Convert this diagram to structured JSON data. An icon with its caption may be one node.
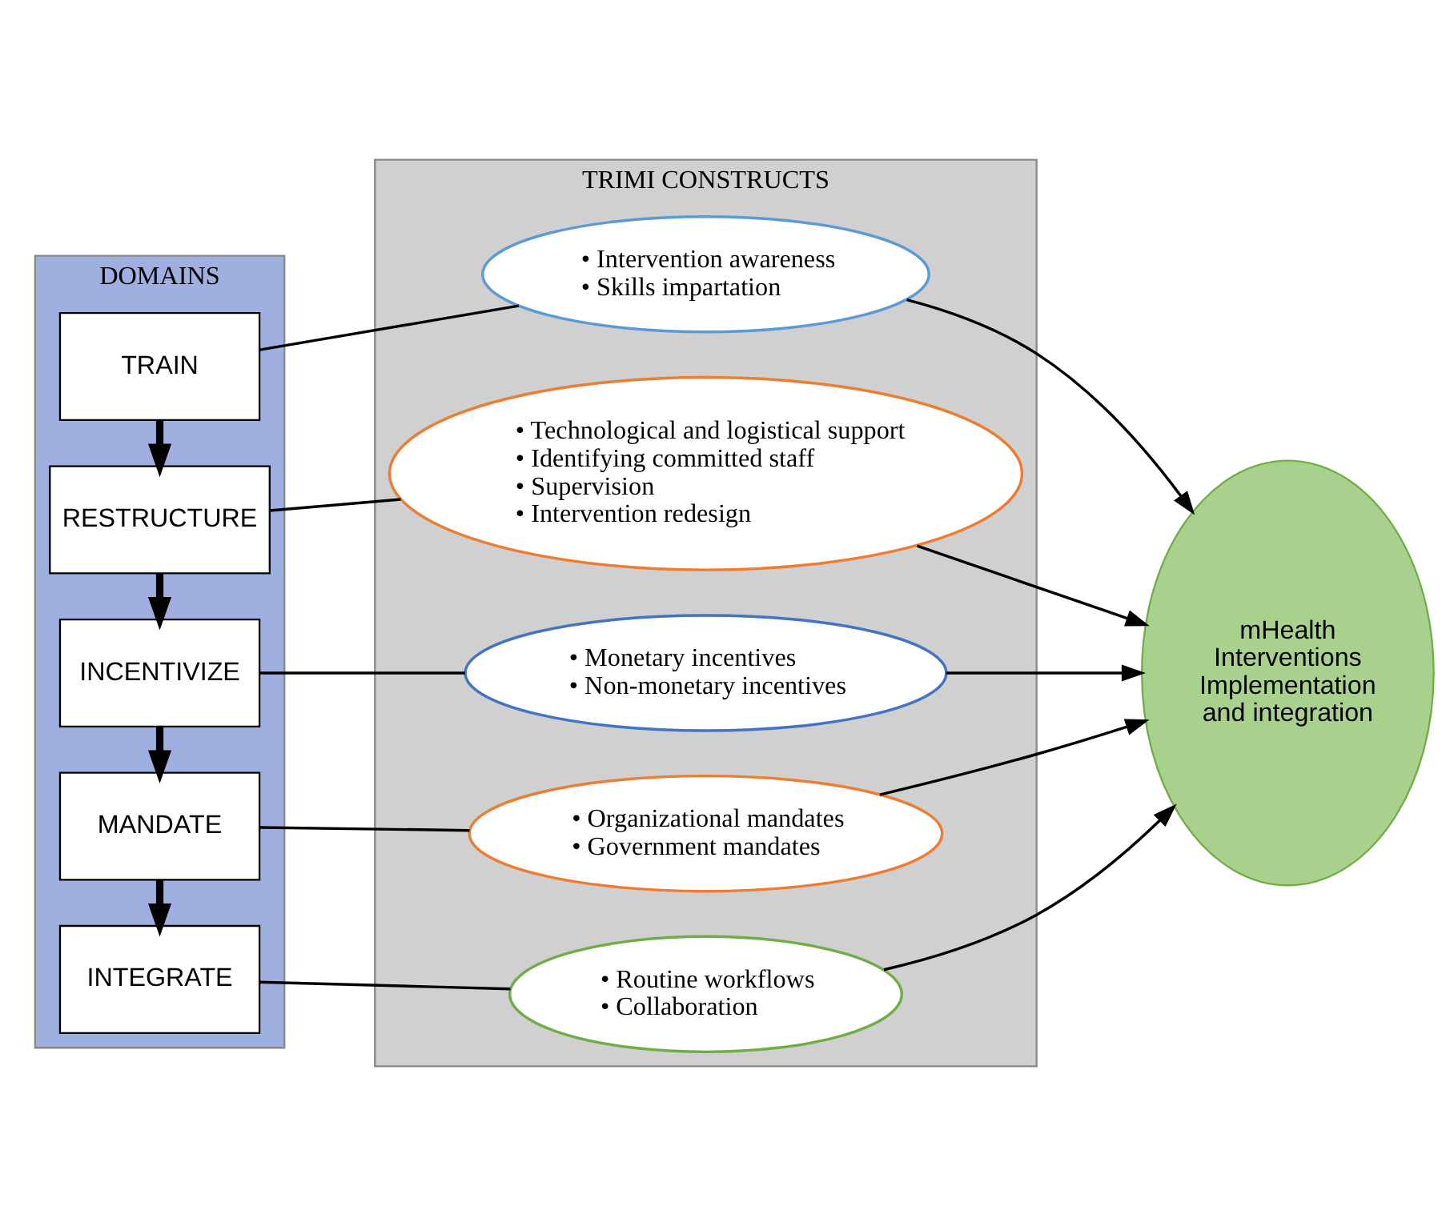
{
  "diagram": {
    "nodes": [
      {
        "text": [
          "DOMAINS"
        ]
      },
      {
        "text": [
          "TRAIN"
        ],
        "in": 0
      },
      {
        "text": [
          "RESTRUCTURE"
        ],
        "in": 0
      },
      {
        "text": [
          "INCENTIVIZE"
        ],
        "in": 0
      },
      {
        "text": [
          "MANDATE"
        ],
        "in": 0
      },
      {
        "text": [
          "INTEGRATE"
        ],
        "in": 0
      },
      {
        "text": [
          "TRIMI CONSTRUCTS"
        ]
      },
      {
        "text": [
          "• Intervention awareness",
          "• Skills impartation"
        ],
        "in": 6
      },
      {
        "text": [
          "• Technological and logistical support",
          "• Identifying committed staff",
          "• Supervision",
          "• Intervention redesign"
        ],
        "in": 6
      },
      {
        "text": [
          "• Monetary incentives",
          "• Non-monetary incentives"
        ],
        "in": 6
      },
      {
        "text": [
          "• Organizational mandates",
          "• Government mandates"
        ],
        "in": 6
      },
      {
        "text": [
          "• Routine workflows",
          "• Collaboration"
        ],
        "in": 6
      },
      {
        "text": [
          "mHealth Interventions Implementation and integration"
        ]
      }
    ],
    "edges": [
      {
        "from": 1,
        "to": 2,
        "arrow": "to",
        "style": "thick"
      },
      {
        "from": 2,
        "to": 3,
        "arrow": "to",
        "style": "thick"
      },
      {
        "from": 3,
        "to": 4,
        "arrow": "to",
        "style": "thick"
      },
      {
        "from": 4,
        "to": 5,
        "arrow": "to",
        "style": "thick"
      },
      {
        "from": 1,
        "to": 7,
        "arrow": "none"
      },
      {
        "from": 2,
        "to": 8,
        "arrow": "none"
      },
      {
        "from": 3,
        "to": 9,
        "arrow": "none"
      },
      {
        "from": 4,
        "to": 10,
        "arrow": "none"
      },
      {
        "from": 5,
        "to": 11,
        "arrow": "none"
      },
      {
        "from": 7,
        "to": 12,
        "arrow": "to"
      },
      {
        "from": 8,
        "to": 12,
        "arrow": "to"
      },
      {
        "from": 9,
        "to": 12,
        "arrow": "to"
      },
      {
        "from": 10,
        "to": 12,
        "arrow": "to"
      },
      {
        "from": 11,
        "to": 12,
        "arrow": "to"
      }
    ]
  }
}
